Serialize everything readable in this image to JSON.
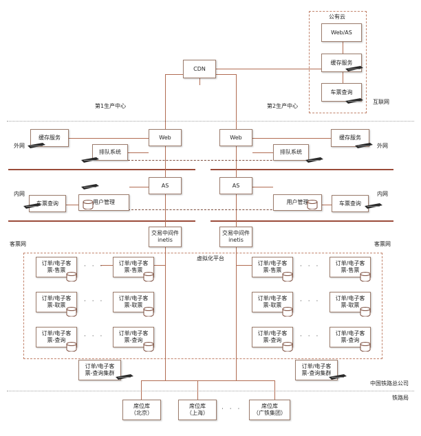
{
  "labels": {
    "public_cloud": "公有云",
    "internet": "互联网",
    "center1": "第1生产中心",
    "center2": "第2生产中心",
    "extranet": "外网",
    "intranet": "内网",
    "ticket_net": "客票网",
    "virtual_platform": "虚拟化平台",
    "china_railway": "中国铁路总公司",
    "railway_bureau": "铁路局"
  },
  "nodes": {
    "cdn": "CDN",
    "cloud_web": "Web/AS",
    "cloud_cache": "缓存服务",
    "cloud_query": "车票查询",
    "web": "Web",
    "cache": "缓存服务",
    "queue": "排队系统",
    "as": "AS",
    "user_mgmt": "用户管理",
    "ticket_query": "车票查询",
    "middleware": "交易中间件\ninetis",
    "order_sell": "订单/电子客\n票-售票",
    "order_take": "订单/电子客\n票-取票",
    "order_query": "订单/电子客\n票-查询",
    "order_cluster": "订单/电子客\n票-查询集群",
    "seat_beijing": "席位库\n（北京）",
    "seat_shanghai": "席位库\n（上海）",
    "seat_guangtie": "席位库\n（广铁集团）"
  },
  "ellipsis": "· · ·",
  "colors": {
    "line": "#b06a50",
    "bus": "#9a4a38",
    "region": "#c08068"
  }
}
